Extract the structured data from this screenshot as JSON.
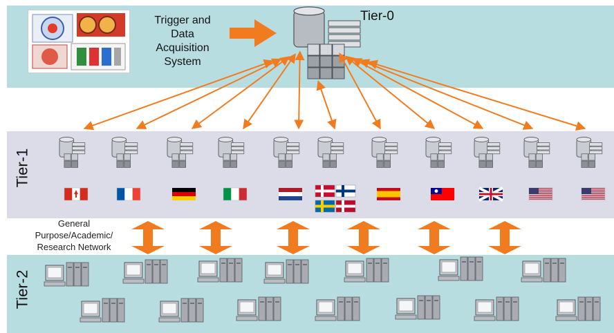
{
  "tiers": {
    "tier0": {
      "label": "Tier-0"
    },
    "tier1": {
      "label": "Tier-1"
    },
    "tier2": {
      "label": "Tier-2"
    }
  },
  "daq": {
    "lines": [
      "Trigger and",
      "Data",
      "Acquisition",
      "System"
    ]
  },
  "network": {
    "lines": [
      "General",
      "Purpose/Academic/",
      "Research Network"
    ]
  },
  "tier1_sites": [
    {
      "flag": "canada-flag"
    },
    {
      "flag": "france-flag"
    },
    {
      "flag": "germany-flag"
    },
    {
      "flag": "italy-flag"
    },
    {
      "flag": "netherlands-flag"
    },
    {
      "flag": "nordic-flags"
    },
    {
      "flag": "spain-flag"
    },
    {
      "flag": "taiwan-flag"
    },
    {
      "flag": "uk-flag"
    },
    {
      "flag": "usa-flag"
    },
    {
      "flag": "usa-flag"
    }
  ],
  "colors": {
    "arrow": "#f07c1f",
    "band_tier0": "#b7dde0",
    "band_tier1": "#dcdce8",
    "band_tier2": "#b7dde0"
  }
}
